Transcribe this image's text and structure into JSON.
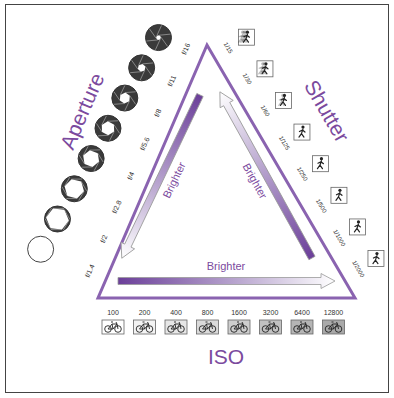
{
  "diagram": {
    "labels": [
      "Aperture",
      "f/1.4",
      "f/2",
      "f/2.8",
      "f/4",
      "f/5.6",
      "f/8",
      "f/11",
      "f/16",
      "Brighter",
      "Brighter",
      "Shutter",
      "1/15",
      "1/30",
      "1/60",
      "1/125",
      "1/250",
      "1/500",
      "1/1000",
      "1/2000",
      "Brighter",
      "100",
      "200",
      "400",
      "800",
      "1600",
      "3200",
      "6400",
      "12800",
      "ISO"
    ]
  }
}
